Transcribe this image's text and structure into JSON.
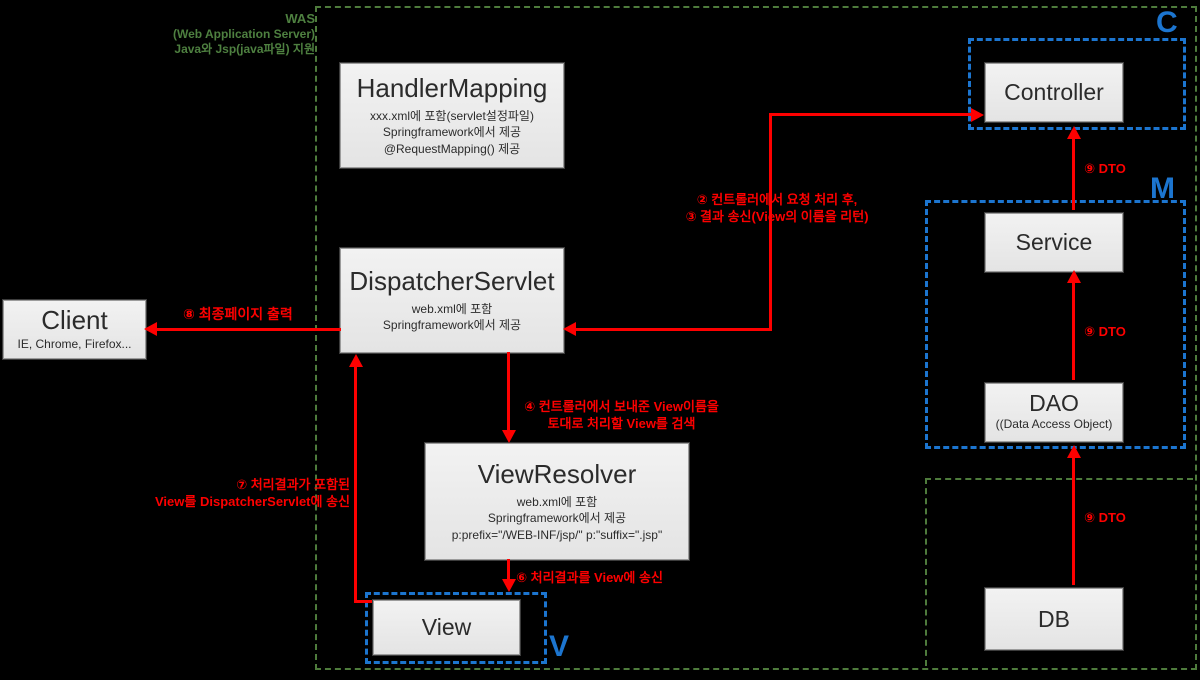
{
  "was_label": {
    "title": "WAS",
    "line2": "(Web Application Server)",
    "line3": "Java와 Jsp(java파일) 지원"
  },
  "nodes": {
    "handler_mapping": {
      "title": "HandlerMapping",
      "sub": [
        "xxx.xml에 포함(servlet설정파일)",
        "Springframework에서 제공",
        "@RequestMapping() 제공"
      ]
    },
    "dispatcher_servlet": {
      "title": "DispatcherServlet",
      "sub": [
        "web.xml에 포함",
        "Springframework에서 제공"
      ]
    },
    "client": {
      "title": "Client",
      "sub": [
        "IE, Chrome, Firefox..."
      ]
    },
    "view_resolver": {
      "title": "ViewResolver",
      "sub": [
        "web.xml에 포함",
        "Springframework에서 제공",
        "p:prefix=\"/WEB-INF/jsp/\" p:\"suffix=\".jsp\""
      ]
    },
    "view": {
      "title": "View"
    },
    "controller": {
      "title": "Controller"
    },
    "service": {
      "title": "Service"
    },
    "dao": {
      "title": "DAO",
      "sub": [
        "((Data Access Object)"
      ]
    },
    "db": {
      "title": "DB"
    }
  },
  "steps": {
    "s23_line1": "② 컨트롤러에서 요청 처리 후,",
    "s23_line2": "③ 결과 송신(View의 이름을 리턴)",
    "s45_line1": "④ 컨트롤러에서 보내준 View이름을",
    "s45_line2": "토대로 처리할 View를 검색",
    "s6": "⑥ 처리결과를 View에 송신",
    "s7_line1": "⑦ 처리결과가 포함된",
    "s7_line2": "View를 DispatcherServlet에 송신",
    "s8": "⑧ 최종페이지 출력",
    "dto": "⑨ DTO"
  },
  "mvc_markers": {
    "c": "C",
    "m": "M",
    "v": "V"
  },
  "colors": {
    "background": "#000000",
    "box_fill": "#e9e9e9",
    "arrow_red": "#fe0000",
    "boundary_green": "#4e7b3c",
    "mvc_blue": "#1c75cf"
  }
}
